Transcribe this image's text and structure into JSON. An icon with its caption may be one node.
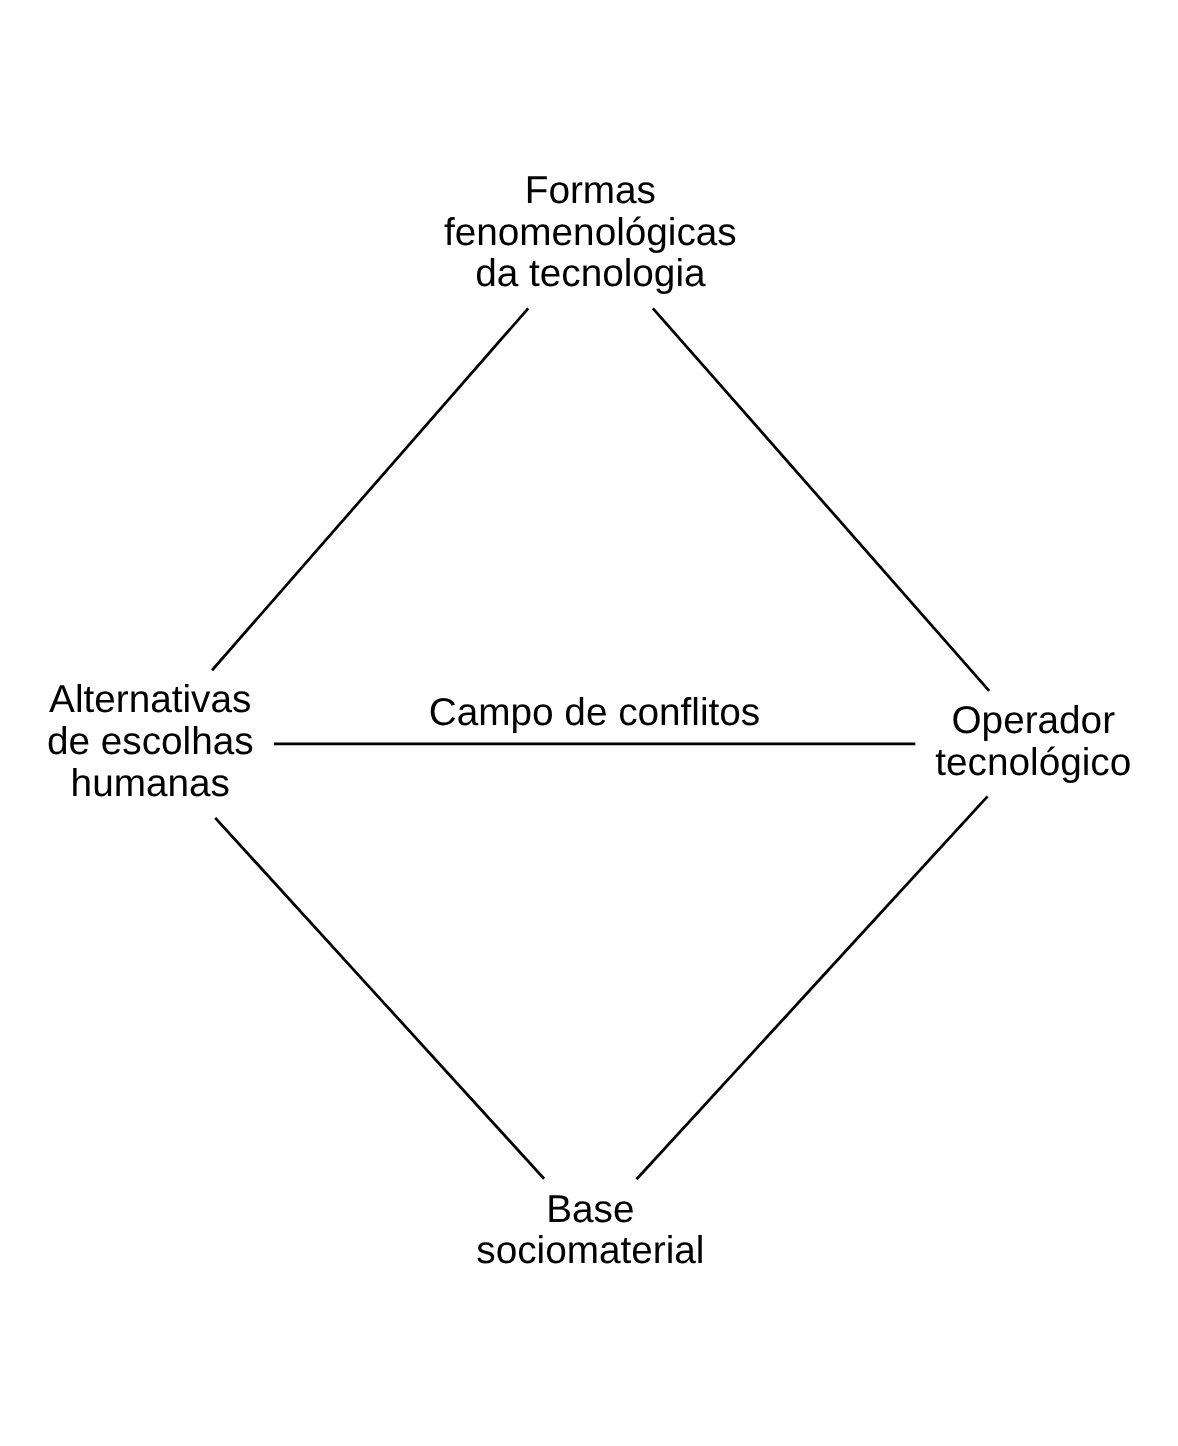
{
  "diagram": {
    "nodes": [
      {
        "text": [
          "Formas fenomenológicas da tecnologia"
        ]
      },
      {
        "text": [
          "Alternativas de escolhas humanas"
        ]
      },
      {
        "text": [
          "Operador tecnológico"
        ]
      },
      {
        "text": [
          "Base sociomaterial"
        ]
      }
    ],
    "edges": [
      {
        "from": 0,
        "to": 1,
        "arrow": "none"
      },
      {
        "from": 0,
        "to": 2,
        "arrow": "none"
      },
      {
        "from": 1,
        "to": 2,
        "arrow": "none",
        "label": "Campo de conflitos"
      },
      {
        "from": 1,
        "to": 3,
        "arrow": "none"
      },
      {
        "from": 2,
        "to": 3,
        "arrow": "none"
      }
    ]
  }
}
